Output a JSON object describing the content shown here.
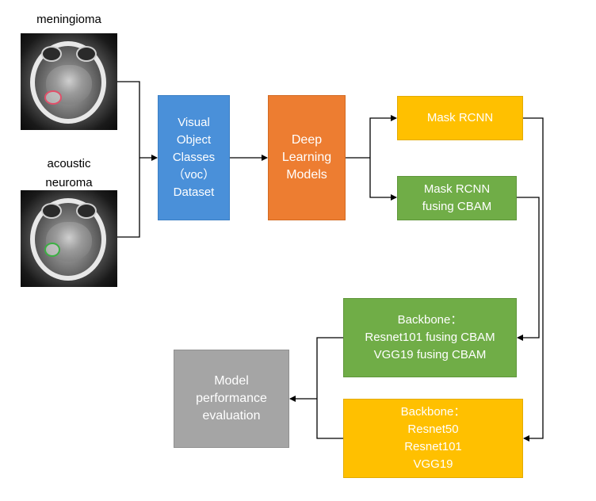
{
  "inputs": {
    "meningioma_label": "meningioma",
    "acoustic_label_line1": "acoustic",
    "acoustic_label_line2": "neuroma"
  },
  "boxes": {
    "voc": "Visual\nObject\nClasses\n（voc）\nDataset",
    "dl_models": "Deep\nLearning\nModels",
    "mask_rcnn": "Mask RCNN",
    "mask_rcnn_cbam": "Mask RCNN\nfusing CBAM",
    "backbone_cbam": "Backbone：\nResnet101 fusing CBAM\nVGG19 fusing CBAM",
    "backbone_plain": "Backbone：\nResnet50\nResnet101\nVGG19",
    "evaluation": "Model\nperformance\nevaluation"
  },
  "colors": {
    "blue": "#4a90d9",
    "orange": "#ed7d31",
    "yellow": "#ffc000",
    "green": "#70ad47",
    "gray": "#a5a5a5",
    "meningioma_outline": "#e0506a",
    "acoustic_outline": "#3cb043"
  }
}
